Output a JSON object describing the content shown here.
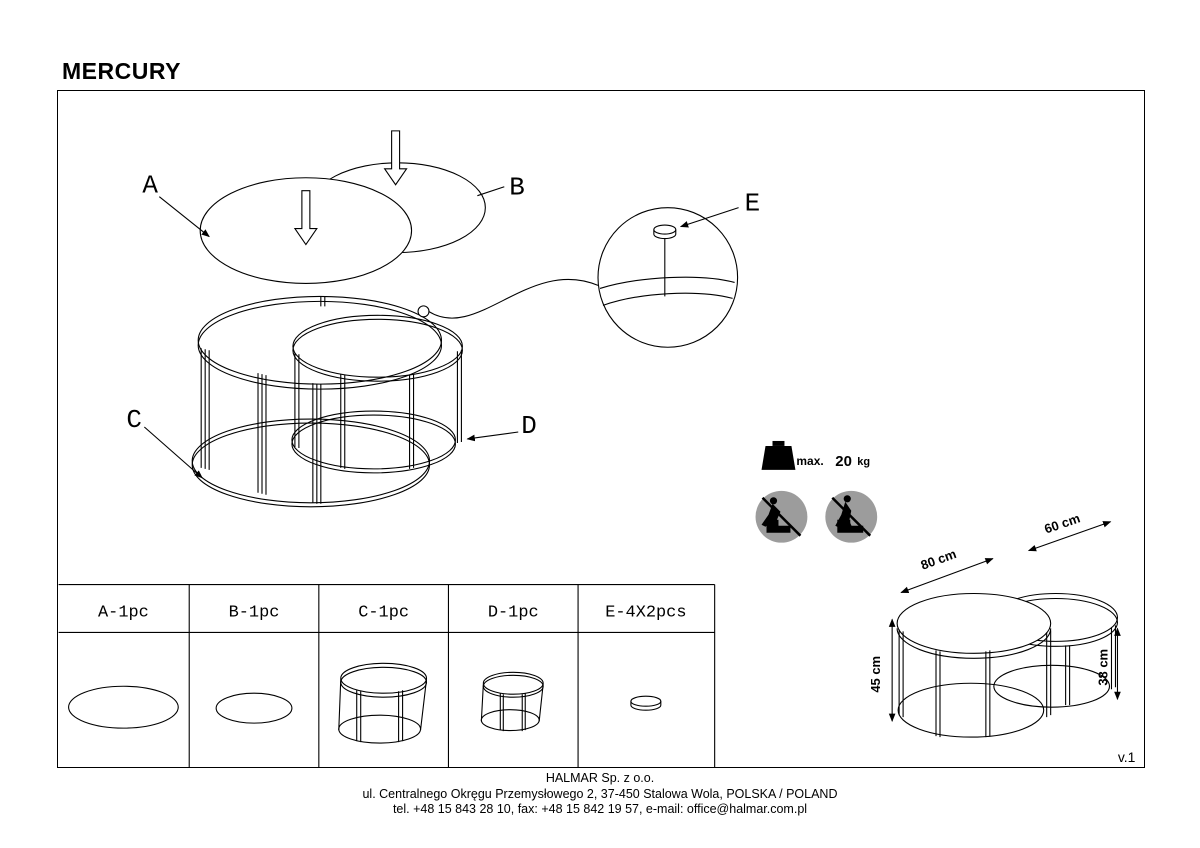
{
  "title": "MERCURY",
  "version": "v.1",
  "labels": {
    "part_a": "A",
    "part_b": "B",
    "part_c": "C",
    "part_d": "D",
    "part_e": "E"
  },
  "weight": {
    "prefix": "max.",
    "value": "20",
    "unit": "kg"
  },
  "dimensions": {
    "table_large_diameter": "80 cm",
    "table_small_diameter": "60 cm",
    "table_large_height": "45 cm",
    "table_small_height": "38 cm"
  },
  "parts_table": {
    "columns": [
      {
        "label": "A-1pc"
      },
      {
        "label": "B-1pc"
      },
      {
        "label": "C-1pc"
      },
      {
        "label": "D-1pc"
      },
      {
        "label": "E-4X2pcs"
      }
    ]
  },
  "footer": {
    "company": "HALMAR Sp. z o.o.",
    "address": "ul. Centralnego Okręgu Przemysłowego 2, 37-450 Stalowa Wola, POLSKA / POLAND",
    "contact": "tel. +48 15 843 28 10, fax: +48 15 842 19 57, e-mail: office@halmar.com.pl"
  }
}
